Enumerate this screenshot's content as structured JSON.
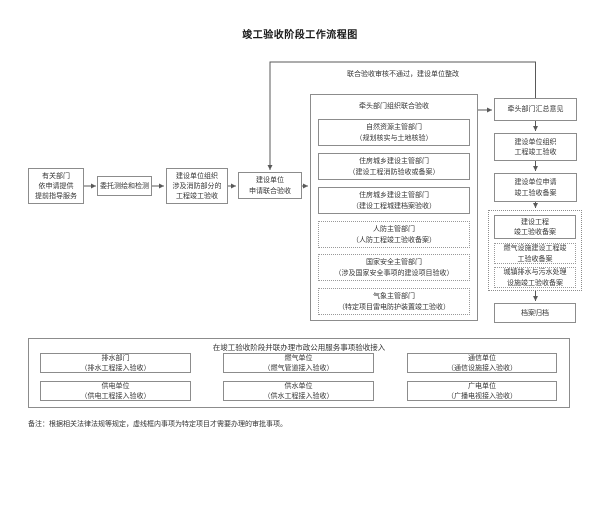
{
  "title": "竣工验收阶段工作流程图",
  "feedback_label": "联合验收审核不通过，建设单位整改",
  "left_flow": [
    {
      "label": "有关部门\n依申请提供\n提前指导服务"
    },
    {
      "label": "委托测绘和检测"
    },
    {
      "label": "建设单位组织\n涉及消防部分的\n工程竣工验收"
    },
    {
      "label": "建设单位\n申请联合验收"
    }
  ],
  "joint_acceptance": {
    "header": "牵头部门组织联合验收",
    "departments": [
      {
        "label": "自然资源主管部门\n（规划核实与土地核验）",
        "border": "solid"
      },
      {
        "label": "住房城乡建设主管部门\n（建设工程消防验收或备案）",
        "border": "solid"
      },
      {
        "label": "住房城乡建设主管部门\n（建设工程城建档案验收）",
        "border": "solid"
      },
      {
        "label": "人防主管部门\n（人防工程竣工验收备案）",
        "border": "dotted"
      },
      {
        "label": "国家安全主管部门\n（涉及国家安全事项的建设项目验收）",
        "border": "dotted"
      },
      {
        "label": "气象主管部门\n（特定项目雷电防护装置竣工验收）",
        "border": "dotted"
      }
    ]
  },
  "right_flow": [
    {
      "label": "牵头部门汇总意见"
    },
    {
      "label": "建设单位组织\n工程竣工验收"
    },
    {
      "label": "建设单位申请\n竣工验收备案"
    }
  ],
  "filing_group": {
    "items": [
      {
        "label": "建设工程\n竣工验收备案",
        "border": "solid"
      },
      {
        "label": "燃气设施建设工程竣\n工验收备案",
        "border": "dotted"
      },
      {
        "label": "城镇排水与污水处理\n设施竣工验收备案",
        "border": "dotted"
      }
    ]
  },
  "archive_label": "档案归档",
  "municipal": {
    "title": "在竣工验收阶段并联办理市政公用服务事项验收接入",
    "items": [
      {
        "label": "排水部门\n（排水工程接入验收）"
      },
      {
        "label": "燃气单位\n（燃气管道接入验收）"
      },
      {
        "label": "通信单位\n（通信设施接入验收）"
      },
      {
        "label": "供电单位\n（供电工程接入验收）"
      },
      {
        "label": "供水单位\n（供水工程接入验收）"
      },
      {
        "label": "广电单位\n（广播电视接入验收）"
      }
    ]
  },
  "note": "备注：根据相关法律法规等规定，虚线框内事项为特定项目才需要办理的审批事项。",
  "colors": {
    "box_border": "#8c8c8c",
    "dotted_border": "#999999",
    "text": "#333333",
    "connector": "#595959",
    "background": "#ffffff"
  }
}
